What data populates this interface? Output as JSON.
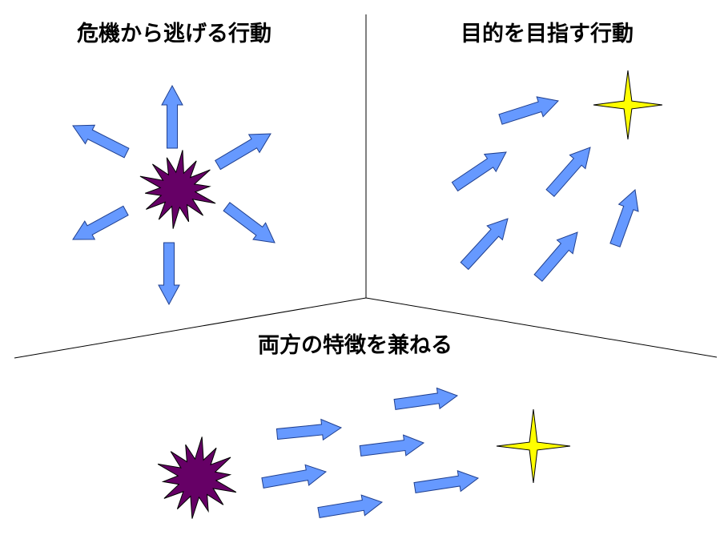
{
  "panels": {
    "escape": {
      "title": "危機から逃げる行動"
    },
    "goal": {
      "title": "目的を目指す行動"
    },
    "both": {
      "title": "両方の特徴を兼ねる"
    }
  },
  "colors": {
    "arrow_fill": "#6699ff",
    "arrow_stroke": "#1f3f8f",
    "threat_fill": "#660066",
    "goal_fill": "#ffff00",
    "line": "#000000"
  },
  "icons": {
    "threat": "explosion-burst-icon",
    "goal": "four-point-star-icon",
    "movement": "block-arrow-icon"
  }
}
